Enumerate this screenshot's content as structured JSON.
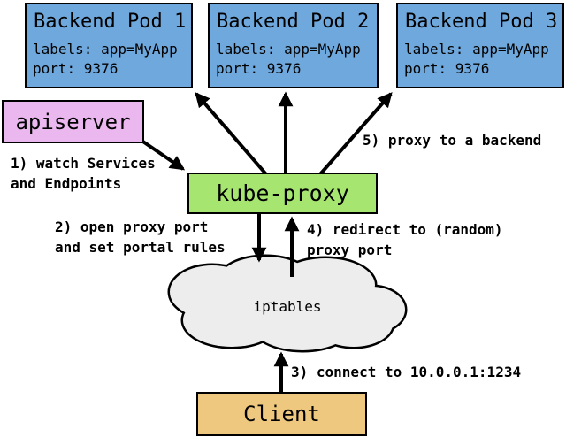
{
  "diagram": {
    "pods": [
      {
        "title": "Backend Pod 1",
        "labels": "labels: app=MyApp",
        "port": "port: 9376"
      },
      {
        "title": "Backend Pod 2",
        "labels": "labels: app=MyApp",
        "port": "port: 9376"
      },
      {
        "title": "Backend Pod 3",
        "labels": "labels: app=MyApp",
        "port": "port: 9376"
      }
    ],
    "apiserver_label": "apiserver",
    "kube_proxy_label": "kube-proxy",
    "iptables_label": "iptables",
    "client_label": "Client",
    "annotations": {
      "step1": "1) watch Services\nand Endpoints",
      "step2": "2) open proxy port\nand set portal rules",
      "step3": "3) connect to 10.0.0.1:1234",
      "step4": "4) redirect to (random)\nproxy port",
      "step5": "5) proxy to a backend"
    }
  },
  "colors": {
    "podBlue": "#6fa8dc",
    "apiPink": "#eab8ee",
    "proxyGreen": "#a5e570",
    "clientTan": "#efc87f",
    "cloudGray": "#ededed",
    "lineBlack": "#000000"
  }
}
